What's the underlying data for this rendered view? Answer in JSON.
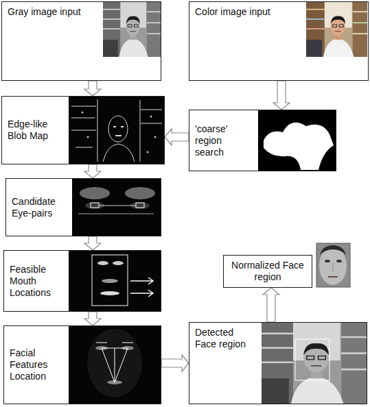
{
  "diagram": {
    "nodes": [
      {
        "text": [
          "Gray image input"
        ]
      },
      {
        "text": [
          "Color image input"
        ]
      },
      {
        "text": [
          "Edge-like Blob Map"
        ]
      },
      {
        "text": [
          "'coarse' region search"
        ]
      },
      {
        "text": [
          "Candidate Eye-pairs"
        ]
      },
      {
        "text": [
          "Feasible Mouth Locations"
        ]
      },
      {
        "text": [
          "Normalized Face region"
        ]
      },
      {
        "text": [
          "Facial Features Location"
        ]
      },
      {
        "text": [
          "Detected Face region"
        ]
      }
    ],
    "edges": [
      {
        "from": 0,
        "to": 2,
        "arrow": "to"
      },
      {
        "from": 1,
        "to": 3,
        "arrow": "to"
      },
      {
        "from": 3,
        "to": 2,
        "arrow": "to"
      },
      {
        "from": 2,
        "to": 4,
        "arrow": "to"
      },
      {
        "from": 4,
        "to": 5,
        "arrow": "to"
      },
      {
        "from": 5,
        "to": 7,
        "arrow": "to"
      },
      {
        "from": 7,
        "to": 8,
        "arrow": "to"
      },
      {
        "from": 8,
        "to": 6,
        "arrow": "to"
      }
    ]
  }
}
